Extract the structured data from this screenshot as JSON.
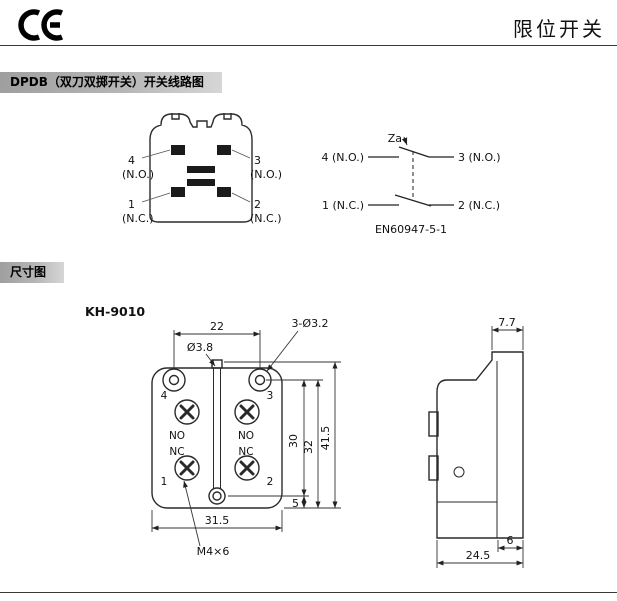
{
  "header": {
    "logo": "CE",
    "title": "限位开关"
  },
  "wiring_section": {
    "bar_label": "DPDB（双刀双掷开关）开关线路图",
    "switch_view": {
      "t4": "4",
      "t4_type": "(N.O.)",
      "t3": "3",
      "t3_type": "(N.O.)",
      "t1": "1",
      "t1_type": "(N.C.)",
      "t2": "2",
      "t2_type": "(N.C.)"
    },
    "circuit": {
      "left_top": "4 (N.O.)",
      "right_top": "3 (N.O.)",
      "left_bottom": "1 (N.C.)",
      "right_bottom": "2 (N.C.)",
      "actuator_label": "Za",
      "standard": "EN60947-5-1"
    }
  },
  "dimension_section": {
    "bar_label": "尺寸图",
    "model": "KH-9010",
    "front_view": {
      "labels": {
        "t4": "4",
        "t3": "3",
        "no_left": "NO",
        "no_right": "NO",
        "nc_left": "NC",
        "nc_right": "NC",
        "t1": "1",
        "t2": "2"
      },
      "dims": {
        "hole_spacing": "22",
        "center_hole": "Ø3.8",
        "mount_holes": "3-Ø3.2",
        "h30": "30",
        "h32": "32",
        "h41_5": "41.5",
        "h5": "5",
        "width": "31.5",
        "screw": "M4×6"
      }
    },
    "side_view": {
      "dims": {
        "top_width": "7.7",
        "foot": "6",
        "depth": "24.5"
      }
    }
  },
  "colors": {
    "bar_start": "#9f9f9f",
    "bar_end": "#d6d6d6",
    "line": "#333333"
  }
}
